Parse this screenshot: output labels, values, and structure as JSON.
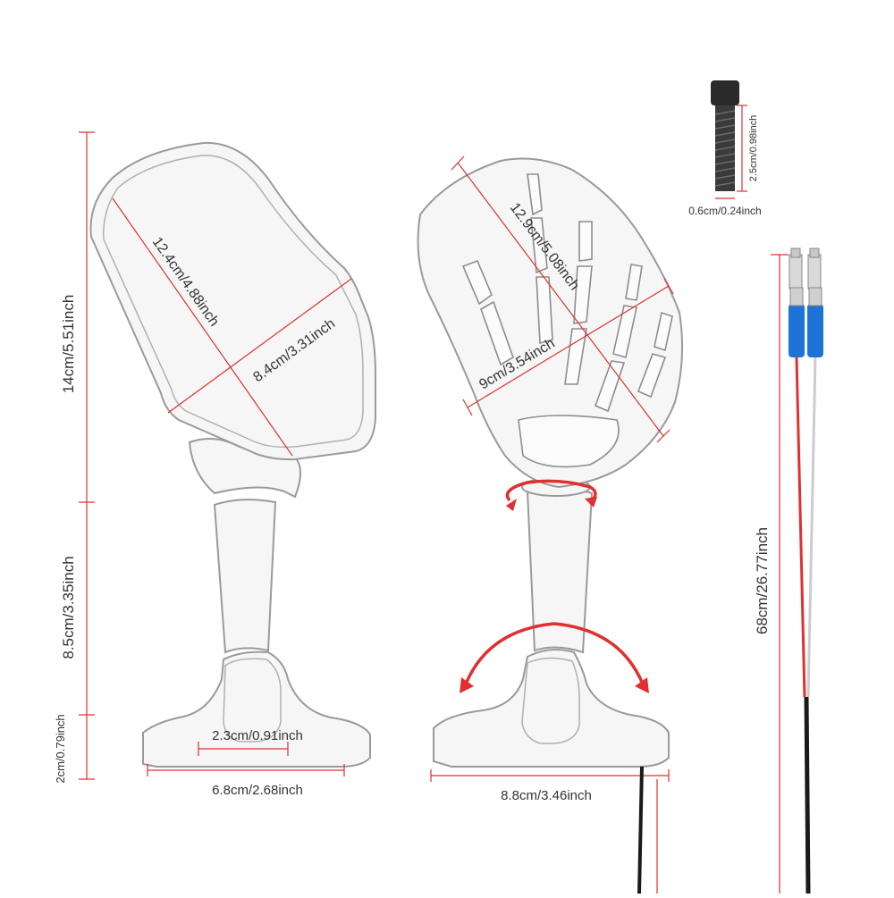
{
  "colors": {
    "dimension_line": "#e03030",
    "outline": "#9a9a9a",
    "wire_red": "#e03030",
    "wire_black": "#1a1a1a",
    "connector_blue": "#1e73d6",
    "label_text": "#333333"
  },
  "labels": {
    "mirror_diagonal": "12.4cm/4.88inch",
    "mirror_width": "8.4cm/3.31inch",
    "mirror_height": "14cm/5.51inch",
    "stem_height": "8.5cm/3.35inch",
    "base_height": "2cm/0.79inch",
    "mount_spacing": "2.3cm/0.91inch",
    "base_width": "6.8cm/2.68inch",
    "hand_length": "12.9cm/5.08inch",
    "hand_width": "9cm/3.54inch",
    "base_width_right": "8.8cm/3.46inch",
    "bolt_length": "2.5cm/0.98inch",
    "bolt_diameter": "0.6cm/0.24inch",
    "wire_length": "68cm/26.77inch"
  },
  "icons": {
    "rotate_neck": "rotate-arrow-icon",
    "swing_base": "swing-arc-arrow-icon",
    "bolt": "hex-bolt-icon",
    "connector": "wire-connector-icon"
  }
}
